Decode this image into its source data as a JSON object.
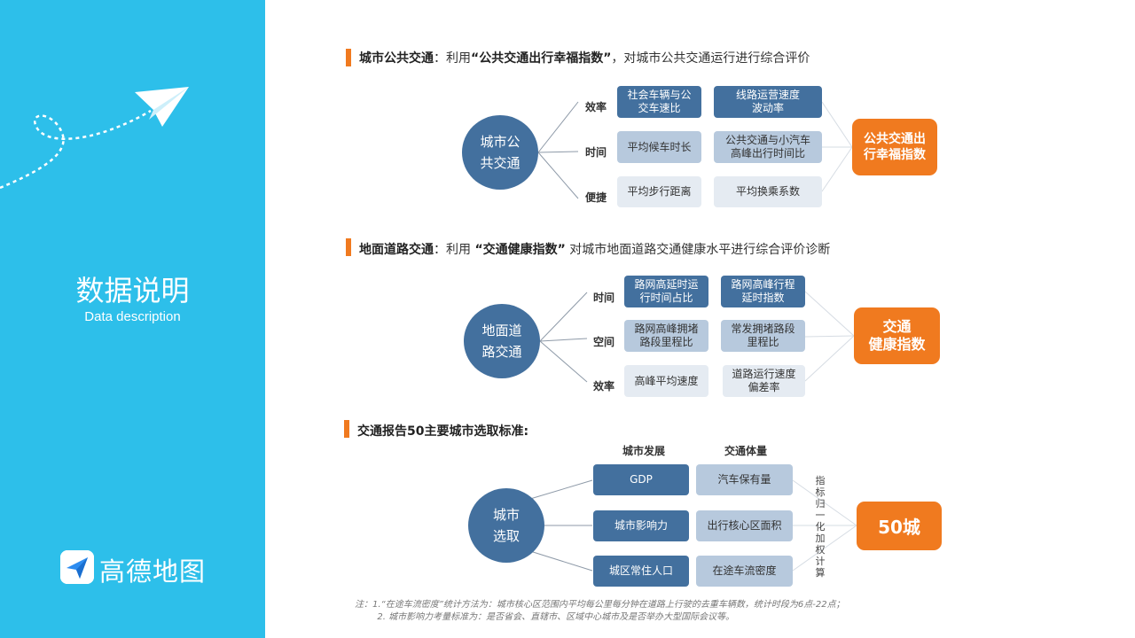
{
  "sidebar": {
    "title": "数据说明",
    "subtitle": "Data description",
    "logo_text": "高德地图",
    "accent_color": "#2DBFEA"
  },
  "colors": {
    "section_bar": "#F07A1F",
    "node_dark": "#43709E",
    "node_mid": "#B7C9DD",
    "node_light": "#E5EBF2",
    "result": "#F07A1F"
  },
  "section1": {
    "title_bold": "城市公共交通",
    "title_prefix": "：利用",
    "title_quote": "“公共交通出行幸福指数”",
    "title_suffix": "，对城市公共交通运行进行综合评价",
    "center_node": "城市公\n共交通",
    "dimensions": [
      "效率",
      "时间",
      "便捷"
    ],
    "indicators": [
      [
        "社会车辆与公\n交车速比",
        "线路运营速度\n波动率"
      ],
      [
        "平均候车时长",
        "公共交通与小汽车\n高峰出行时间比"
      ],
      [
        "平均步行距离",
        "平均换乘系数"
      ]
    ],
    "result": "公共交通出\n行幸福指数"
  },
  "section2": {
    "title_bold": "地面道路交通",
    "title_prefix": "：利用 ",
    "title_quote": "“交通健康指数”",
    "title_suffix": " 对城市地面道路交通健康水平进行综合评价诊断",
    "center_node": "地面道\n路交通",
    "dimensions": [
      "时间",
      "空间",
      "效率"
    ],
    "indicators": [
      [
        "路网高延时运\n行时间占比",
        "路网高峰行程\n延时指数"
      ],
      [
        "路网高峰拥堵\n路段里程比",
        "常发拥堵路段\n里程比"
      ],
      [
        "高峰平均速度",
        "道路运行速度\n偏差率"
      ]
    ],
    "result": "交通\n健康指数"
  },
  "section3": {
    "title": "交通报告50主要城市选取标准:",
    "center_node": "城市\n选取",
    "column_headers": [
      "城市发展",
      "交通体量"
    ],
    "indicators": [
      [
        "GDP",
        "汽车保有量"
      ],
      [
        "城市影响力",
        "出行核心区面积"
      ],
      [
        "城区常住人口",
        "在途车流密度"
      ]
    ],
    "vertical_label": "指标归一化加权计算",
    "result": "50城"
  },
  "note": "注：1.“在途车流密度”统计方法为：城市核心区范围内平均每公里每分钟在道路上行驶的去重车辆数，统计时段为6点-22点；\n        2. 城市影响力考量标准为：是否省会、直辖市、区域中心城市及是否举办大型国际会议等。"
}
